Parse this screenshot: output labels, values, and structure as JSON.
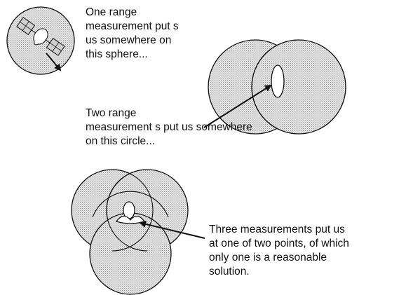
{
  "captions": {
    "one_range": [
      "One range",
      "measurement put s",
      "us somewhere on",
      "this sphere..."
    ],
    "two_range": [
      "Two range",
      "measurement s put us somewhere",
      "on this circle..."
    ],
    "three": [
      "Three measurements put us",
      "at one of two points, of which",
      "only one is a reasonable",
      "solution."
    ]
  },
  "colors": {
    "sphere_fill": "#d9d9d9",
    "outline": "#111111",
    "background": "#ffffff"
  }
}
